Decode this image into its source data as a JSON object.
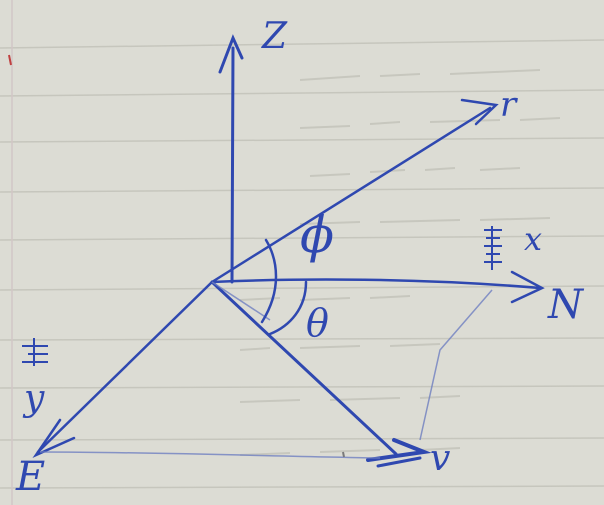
{
  "diagram": {
    "labels": {
      "z_axis": "Z",
      "r_vector": "r",
      "phi_angle": "ϕ",
      "theta_angle": "θ",
      "x_axis": "x",
      "north": "N",
      "y_axis": "y",
      "east": "E",
      "v_vector": "v"
    },
    "colors": {
      "paper": "#dcdcd4",
      "ruling": "#c9c9c0",
      "ink": "#2f48b0",
      "faint_ink": "#6f7fc0",
      "pencil": "#8f9090"
    }
  }
}
